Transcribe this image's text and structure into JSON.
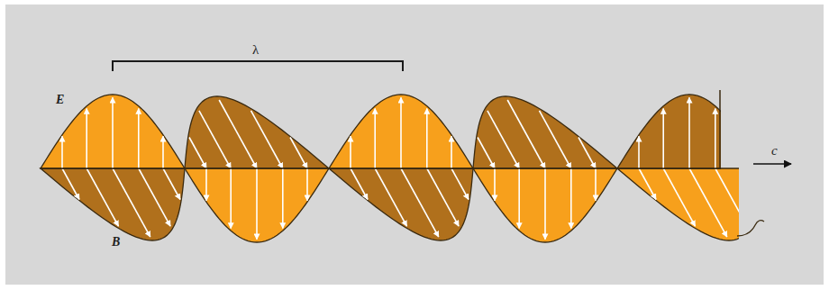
{
  "diagram": {
    "labels": [
      "λ",
      "E",
      "B",
      "c"
    ]
  }
}
